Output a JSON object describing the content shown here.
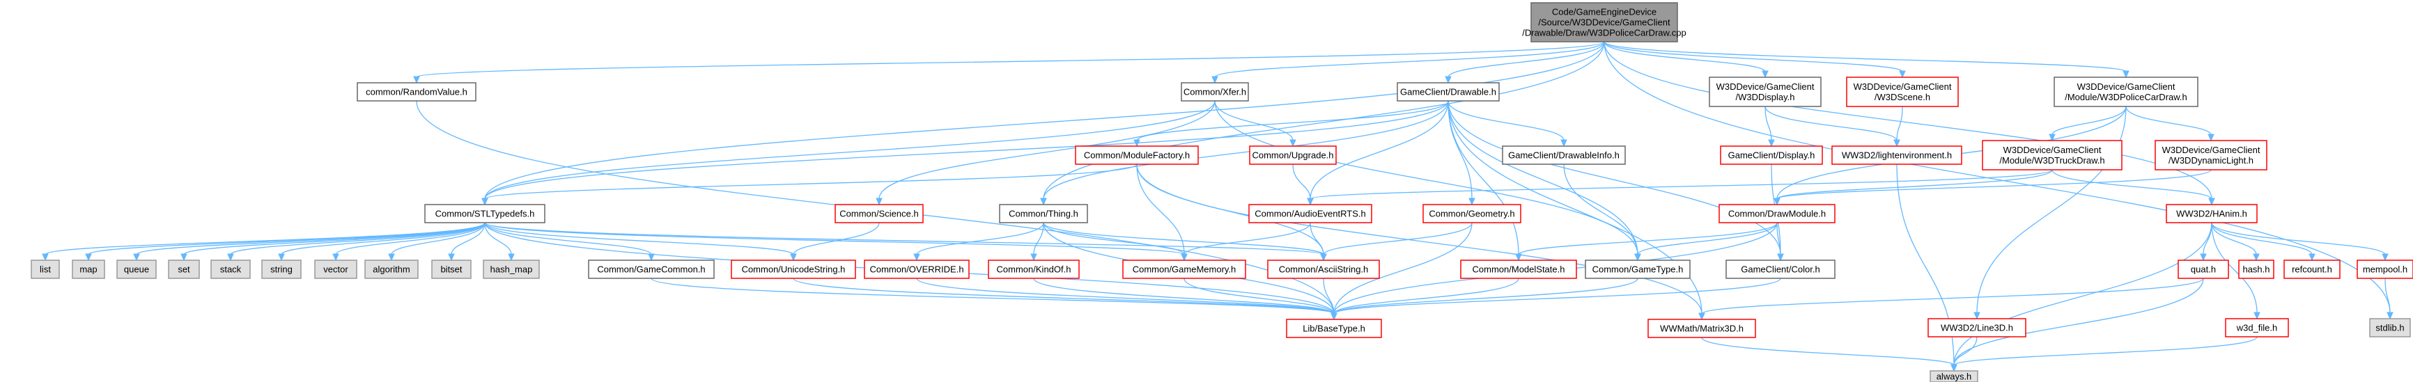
{
  "nodes": [
    {
      "id": "root",
      "kind": "root",
      "lines": [
        "Code/GameEngineDevice",
        "/Source/W3DDevice/GameClient",
        "/Drawable/Draw/W3DPoliceCarDraw.cpp"
      ]
    },
    {
      "id": "randomvalue",
      "kind": "normal",
      "lines": [
        "common/RandomValue.h"
      ]
    },
    {
      "id": "xfer",
      "kind": "normal",
      "lines": [
        "Common/Xfer.h"
      ]
    },
    {
      "id": "drawable",
      "kind": "normal",
      "lines": [
        "GameClient/Drawable.h"
      ]
    },
    {
      "id": "w3ddisplay",
      "kind": "normal",
      "lines": [
        "W3DDevice/GameClient",
        "/W3DDisplay.h"
      ]
    },
    {
      "id": "w3dscene",
      "kind": "missing",
      "lines": [
        "W3DDevice/GameClient",
        "/W3DScene.h"
      ]
    },
    {
      "id": "w3dpolicecardraw",
      "kind": "normal",
      "lines": [
        "W3DDevice/GameClient",
        "/Module/W3DPoliceCarDraw.h"
      ]
    },
    {
      "id": "modulefactory",
      "kind": "missing",
      "lines": [
        "Common/ModuleFactory.h"
      ]
    },
    {
      "id": "upgrade",
      "kind": "missing",
      "lines": [
        "Common/Upgrade.h"
      ]
    },
    {
      "id": "drawableinfo",
      "kind": "normal",
      "lines": [
        "GameClient/DrawableInfo.h"
      ]
    },
    {
      "id": "gameclientdisplay",
      "kind": "missing",
      "lines": [
        "GameClient/Display.h"
      ]
    },
    {
      "id": "lightenvironment",
      "kind": "missing",
      "lines": [
        "WW3D2/lightenvironment.h"
      ]
    },
    {
      "id": "w3dtruckdraw",
      "kind": "missing",
      "lines": [
        "W3DDevice/GameClient",
        "/Module/W3DTruckDraw.h"
      ]
    },
    {
      "id": "w3ddynamiclight",
      "kind": "missing",
      "lines": [
        "W3DDevice/GameClient",
        "/W3DDynamicLight.h"
      ]
    },
    {
      "id": "stltypedefs",
      "kind": "normal",
      "lines": [
        "Common/STLTypedefs.h"
      ]
    },
    {
      "id": "science",
      "kind": "missing",
      "lines": [
        "Common/Science.h"
      ]
    },
    {
      "id": "thing",
      "kind": "normal",
      "lines": [
        "Common/Thing.h"
      ]
    },
    {
      "id": "audioeventrts",
      "kind": "missing",
      "lines": [
        "Common/AudioEventRTS.h"
      ]
    },
    {
      "id": "geometry",
      "kind": "missing",
      "lines": [
        "Common/Geometry.h"
      ]
    },
    {
      "id": "drawmodule",
      "kind": "missing",
      "lines": [
        "Common/DrawModule.h"
      ]
    },
    {
      "id": "hanim",
      "kind": "missing",
      "lines": [
        "WW3D2/HAnim.h"
      ]
    },
    {
      "id": "list",
      "kind": "system",
      "lines": [
        "list"
      ]
    },
    {
      "id": "map",
      "kind": "system",
      "lines": [
        "map"
      ]
    },
    {
      "id": "queue",
      "kind": "system",
      "lines": [
        "queue"
      ]
    },
    {
      "id": "set",
      "kind": "system",
      "lines": [
        "set"
      ]
    },
    {
      "id": "stack",
      "kind": "system",
      "lines": [
        "stack"
      ]
    },
    {
      "id": "string",
      "kind": "system",
      "lines": [
        "string"
      ]
    },
    {
      "id": "vector",
      "kind": "system",
      "lines": [
        "vector"
      ]
    },
    {
      "id": "algorithm",
      "kind": "system",
      "lines": [
        "algorithm"
      ]
    },
    {
      "id": "bitset",
      "kind": "system",
      "lines": [
        "bitset"
      ]
    },
    {
      "id": "hash_map",
      "kind": "system",
      "lines": [
        "hash_map"
      ]
    },
    {
      "id": "gamecommon",
      "kind": "normal",
      "lines": [
        "Common/GameCommon.h"
      ]
    },
    {
      "id": "unicodestring",
      "kind": "missing",
      "lines": [
        "Common/UnicodeString.h"
      ]
    },
    {
      "id": "override",
      "kind": "missing",
      "lines": [
        "Common/OVERRIDE.h"
      ]
    },
    {
      "id": "kindof",
      "kind": "missing",
      "lines": [
        "Common/KindOf.h"
      ]
    },
    {
      "id": "gamememory",
      "kind": "missing",
      "lines": [
        "Common/GameMemory.h"
      ]
    },
    {
      "id": "asciistring",
      "kind": "missing",
      "lines": [
        "Common/AsciiString.h"
      ]
    },
    {
      "id": "modelstate",
      "kind": "missing",
      "lines": [
        "Common/ModelState.h"
      ]
    },
    {
      "id": "gametype",
      "kind": "normal",
      "lines": [
        "Common/GameType.h"
      ]
    },
    {
      "id": "color",
      "kind": "normal",
      "lines": [
        "GameClient/Color.h"
      ]
    },
    {
      "id": "quat",
      "kind": "missing",
      "lines": [
        "quat.h"
      ]
    },
    {
      "id": "hash",
      "kind": "missing",
      "lines": [
        "hash.h"
      ]
    },
    {
      "id": "refcount",
      "kind": "missing",
      "lines": [
        "refcount.h"
      ]
    },
    {
      "id": "mempool",
      "kind": "missing",
      "lines": [
        "mempool.h"
      ]
    },
    {
      "id": "line3d",
      "kind": "missing",
      "lines": [
        "WW3D2/Line3D.h"
      ]
    },
    {
      "id": "w3dfile",
      "kind": "missing",
      "lines": [
        "w3d_file.h"
      ]
    },
    {
      "id": "stdlib",
      "kind": "system",
      "lines": [
        "stdlib.h"
      ]
    },
    {
      "id": "basetype",
      "kind": "missing",
      "lines": [
        "Lib/BaseType.h"
      ]
    },
    {
      "id": "matrix3d",
      "kind": "missing",
      "lines": [
        "WWMath/Matrix3D.h"
      ]
    },
    {
      "id": "always",
      "kind": "system",
      "lines": [
        "always.h"
      ]
    }
  ],
  "edges": [
    [
      "root",
      "randomvalue"
    ],
    [
      "root",
      "xfer"
    ],
    [
      "root",
      "drawable"
    ],
    [
      "root",
      "w3ddisplay"
    ],
    [
      "root",
      "w3dscene"
    ],
    [
      "root",
      "w3dpolicecardraw"
    ],
    [
      "root",
      "thing"
    ],
    [
      "root",
      "stltypedefs"
    ],
    [
      "root",
      "hanim"
    ],
    [
      "root",
      "stdlib"
    ],
    [
      "randomvalue",
      "basetype"
    ],
    [
      "xfer",
      "science"
    ],
    [
      "xfer",
      "upgrade"
    ],
    [
      "xfer",
      "stltypedefs"
    ],
    [
      "xfer",
      "gametype"
    ],
    [
      "drawable",
      "modulefactory"
    ],
    [
      "drawable",
      "drawableinfo"
    ],
    [
      "drawable",
      "audioeventrts"
    ],
    [
      "drawable",
      "geometry"
    ],
    [
      "drawable",
      "thing"
    ],
    [
      "drawable",
      "stltypedefs"
    ],
    [
      "drawable",
      "modelstate"
    ],
    [
      "drawable",
      "gametype"
    ],
    [
      "drawable",
      "color"
    ],
    [
      "drawable",
      "matrix3d"
    ],
    [
      "w3ddisplay",
      "gameclientdisplay"
    ],
    [
      "w3ddisplay",
      "lightenvironment"
    ],
    [
      "w3dscene",
      "lightenvironment"
    ],
    [
      "w3dpolicecardraw",
      "w3dtruckdraw"
    ],
    [
      "w3dpolicecardraw",
      "w3ddynamiclight"
    ],
    [
      "w3dpolicecardraw",
      "drawmodule"
    ],
    [
      "w3dpolicecardraw",
      "line3d"
    ],
    [
      "modulefactory",
      "stltypedefs"
    ],
    [
      "modulefactory",
      "gamememory"
    ],
    [
      "modulefactory",
      "asciistring"
    ],
    [
      "modulefactory",
      "matrix3d"
    ],
    [
      "upgrade",
      "audioeventrts"
    ],
    [
      "drawableinfo",
      "gametype"
    ],
    [
      "gameclientdisplay",
      "color"
    ],
    [
      "lightenvironment",
      "always"
    ],
    [
      "w3dtruckdraw",
      "audioeventrts"
    ],
    [
      "w3dtruckdraw",
      "drawmodule"
    ],
    [
      "w3dtruckdraw",
      "hanim"
    ],
    [
      "w3ddynamiclight",
      "drawmodule"
    ],
    [
      "stltypedefs",
      "list"
    ],
    [
      "stltypedefs",
      "map"
    ],
    [
      "stltypedefs",
      "queue"
    ],
    [
      "stltypedefs",
      "set"
    ],
    [
      "stltypedefs",
      "stack"
    ],
    [
      "stltypedefs",
      "string"
    ],
    [
      "stltypedefs",
      "vector"
    ],
    [
      "stltypedefs",
      "algorithm"
    ],
    [
      "stltypedefs",
      "bitset"
    ],
    [
      "stltypedefs",
      "hash_map"
    ],
    [
      "stltypedefs",
      "gamecommon"
    ],
    [
      "stltypedefs",
      "unicodestring"
    ],
    [
      "stltypedefs",
      "gamememory"
    ],
    [
      "stltypedefs",
      "asciistring"
    ],
    [
      "stltypedefs",
      "basetype"
    ],
    [
      "science",
      "unicodestring"
    ],
    [
      "thing",
      "override"
    ],
    [
      "thing",
      "kindof"
    ],
    [
      "thing",
      "gamememory"
    ],
    [
      "thing",
      "asciistring"
    ],
    [
      "thing",
      "basetype"
    ],
    [
      "audioeventrts",
      "gamememory"
    ],
    [
      "audioeventrts",
      "asciistring"
    ],
    [
      "geometry",
      "asciistring"
    ],
    [
      "geometry",
      "basetype"
    ],
    [
      "drawmodule",
      "modelstate"
    ],
    [
      "drawmodule",
      "gametype"
    ],
    [
      "drawmodule",
      "color"
    ],
    [
      "drawmodule",
      "basetype"
    ],
    [
      "hanim",
      "quat"
    ],
    [
      "hanim",
      "hash"
    ],
    [
      "hanim",
      "refcount"
    ],
    [
      "hanim",
      "mempool"
    ],
    [
      "hanim",
      "w3dfile"
    ],
    [
      "hanim",
      "always"
    ],
    [
      "gamecommon",
      "basetype"
    ],
    [
      "unicodestring",
      "basetype"
    ],
    [
      "override",
      "basetype"
    ],
    [
      "kindof",
      "basetype"
    ],
    [
      "gamememory",
      "basetype"
    ],
    [
      "asciistring",
      "basetype"
    ],
    [
      "modelstate",
      "basetype"
    ],
    [
      "gametype",
      "basetype"
    ],
    [
      "color",
      "basetype"
    ],
    [
      "quat",
      "matrix3d"
    ],
    [
      "quat",
      "always"
    ],
    [
      "mempool",
      "stdlib"
    ],
    [
      "line3d",
      "always"
    ],
    [
      "w3dfile",
      "always"
    ],
    [
      "matrix3d",
      "always"
    ]
  ]
}
